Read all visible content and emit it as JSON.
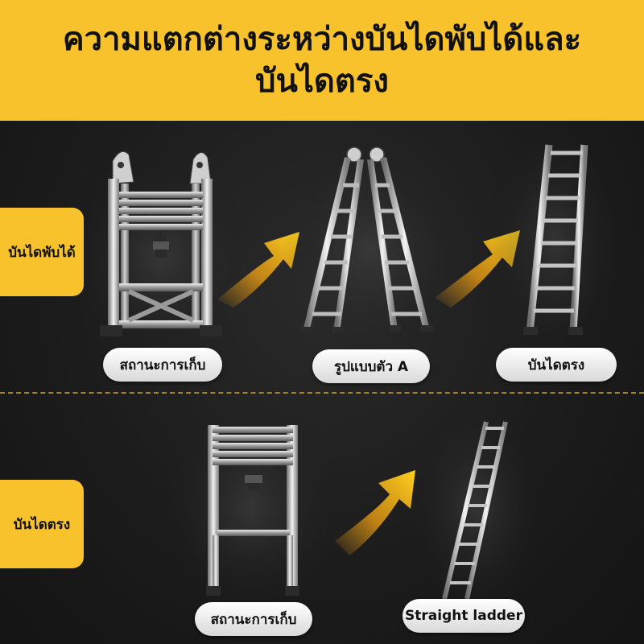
{
  "header": {
    "title_line1": "ความแตกต่างระหว่างบันไดพับได้และ",
    "title_line2": "บันไดตรง"
  },
  "sections": [
    {
      "tag": "บันไดพับได้",
      "labels": [
        "สถานะการเก็บ",
        "รูปแบบตัว A",
        "บันไดตรง"
      ]
    },
    {
      "tag": "บันไดตรง",
      "labels": [
        "สถานะการเก็บ",
        "Straight ladder"
      ]
    }
  ],
  "colors": {
    "accent_yellow": "#f7c22c",
    "background": "#1c1c1c",
    "arrow_orange": "#f5a312"
  },
  "icons": [
    "folded-ladder-image",
    "a-frame-ladder-image",
    "straight-ladder-image",
    "arrow-icon"
  ]
}
